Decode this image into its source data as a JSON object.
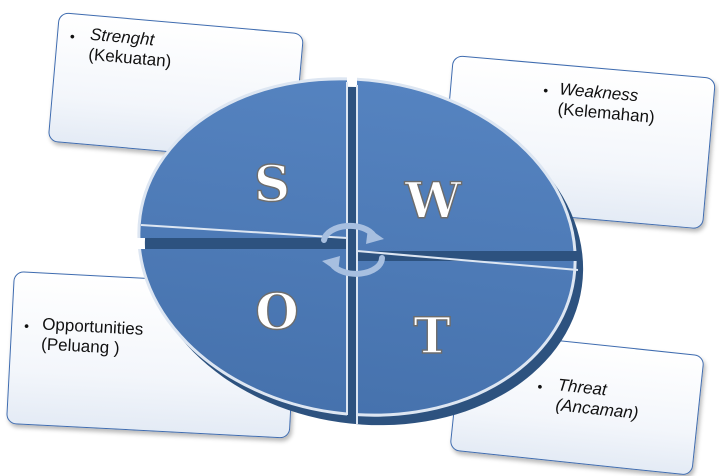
{
  "swot": {
    "strength": {
      "bullet": "•",
      "line1": "Strenght",
      "line2": "(Kekuatan)",
      "letter": "S"
    },
    "weakness": {
      "bullet": "•",
      "line1": "Weakness",
      "line2": "(Kelemahan)",
      "letter": "W"
    },
    "opportunities": {
      "bullet": "•",
      "line1": "Opportunities",
      "line2": "(Peluang  )",
      "letter": "O"
    },
    "threat": {
      "bullet": "•",
      "line1": "Threat",
      "line2": "(Ancaman)",
      "letter": "T"
    }
  },
  "colors": {
    "quadrant_fill": "#4a78b5",
    "quadrant_side": "#2d527f",
    "quadrant_border": "#dde6f2",
    "box_border": "#3f6cb0",
    "arrow": "#a7bfe0"
  },
  "icons": {
    "center": "cycle-arrows-icon"
  }
}
